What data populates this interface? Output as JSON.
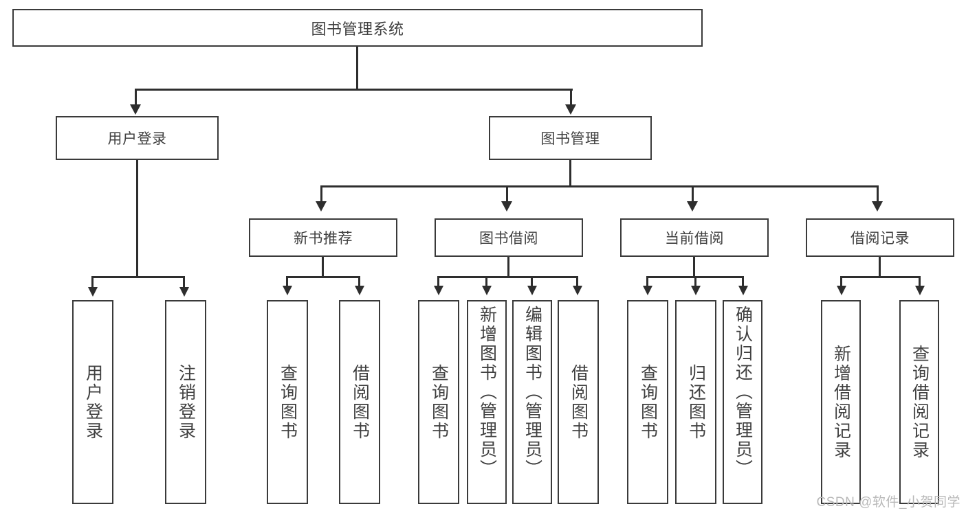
{
  "diagram": {
    "type": "tree-hierarchy",
    "root": {
      "label": "图书管理系统"
    },
    "level2": [
      {
        "label": "用户登录"
      },
      {
        "label": "图书管理"
      }
    ],
    "level3": [
      {
        "label": "新书推荐"
      },
      {
        "label": "图书借阅"
      },
      {
        "label": "当前借阅"
      },
      {
        "label": "借阅记录"
      }
    ],
    "leaves": {
      "user_login": [
        {
          "label": "用户登录"
        },
        {
          "label": "注销登录"
        }
      ],
      "new_book_recommend": [
        {
          "label": "查询图书"
        },
        {
          "label": "借阅图书"
        }
      ],
      "book_borrow": [
        {
          "label": "查询图书"
        },
        {
          "label": "新增图书（管理员）"
        },
        {
          "label": "编辑图书（管理员）"
        },
        {
          "label": "借阅图书"
        }
      ],
      "current_borrow": [
        {
          "label": "查询图书"
        },
        {
          "label": "归还图书"
        },
        {
          "label": "确认归还（管理员）"
        }
      ],
      "borrow_record": [
        {
          "label": "新增借阅记录"
        },
        {
          "label": "查询借阅记录"
        }
      ]
    }
  },
  "watermark": {
    "text": "CSDN @软件_小贺同学"
  },
  "colors": {
    "box_border": "#3a3a3a",
    "connector": "#2e2e2e",
    "text": "#404040",
    "background": "#ffffff",
    "watermark": "#b9b9b9"
  }
}
